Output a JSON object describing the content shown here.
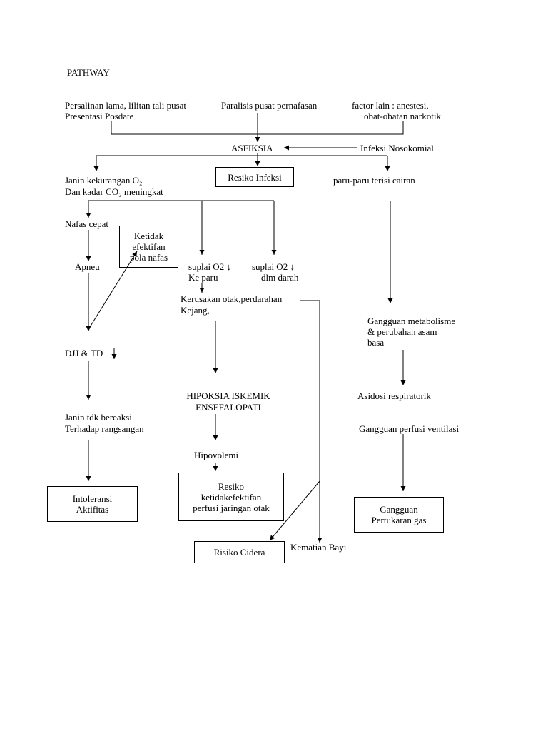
{
  "title": "PATHWAY",
  "causes": {
    "left_line1": "Persalinan lama, lilitan tali pusat",
    "left_line2": "Presentasi Posdate",
    "center": "Paralisis pusat pernafasan",
    "right_line1": "factor lain : anestesi,",
    "right_line2": "obat-obatan narkotik"
  },
  "asfiksia": "ASFIKSIA",
  "infeksi_nosokomial": "Infeksi Nosokomial",
  "resiko_infeksi": "Resiko Infeksi",
  "janin_line1": "Janin kekurangan O₂",
  "janin_line2": "Dan kadar CO₂ meningkat",
  "paru_cairan": "paru-paru terisi cairan",
  "nafas_cepat": "Nafas cepat",
  "ketidak_efektifan": "Ketidak\nefektifan\npola nafas",
  "apneu": "Apneu",
  "suplai_paru_line1": "suplai O2 ↓",
  "suplai_paru_line2": "Ke paru",
  "suplai_darah_line1": "suplai O2 ↓",
  "suplai_darah_line2": "dlm darah",
  "kerusakan_line1": "Kerusakan otak,perdarahan",
  "kerusakan_line2": "Kejang,",
  "gangguan_metabolisme": "Gangguan metabolisme\n& perubahan asam\nbasa",
  "djj_td": "DJJ & TD",
  "hipoksia_line1": "HIPOKSIA ISKEMIK",
  "hipoksia_line2": "ENSEFALOPATI",
  "asidosi": "Asidosi respiratorik",
  "janin_tdk_line1": "Janin tdk bereaksi",
  "janin_tdk_line2": "Terhadap rangsangan",
  "gangguan_perfusi": "Gangguan perfusi ventilasi",
  "hipovolemi": "Hipovolemi",
  "intoleransi": "Intoleransi\nAktifitas",
  "resiko_perfusi": "Resiko\nketidakefektifan\nperfusi jaringan otak",
  "gangguan_pertukaran": "Gangguan\nPertukaran gas",
  "risiko_cidera": "Risiko Cidera",
  "kematian_bayi": "Kematian Bayi"
}
